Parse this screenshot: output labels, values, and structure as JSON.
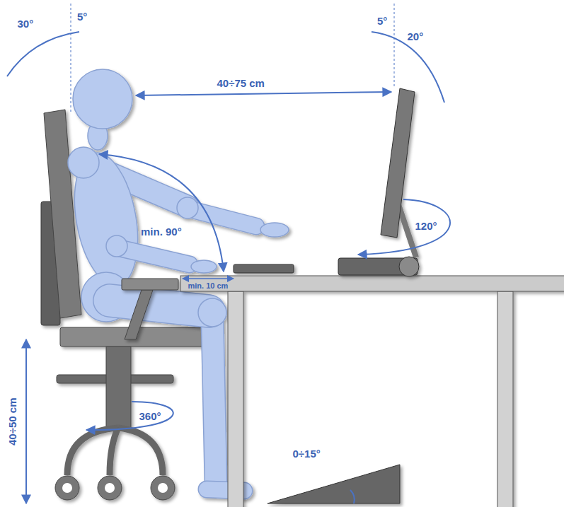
{
  "diagram": {
    "labels": [
      "30°",
      "5°",
      "5°",
      "20°",
      "40÷75 cm",
      "min. 90°",
      "120°",
      "min. 10 cm",
      "360°",
      "40÷50 cm",
      "0÷15°"
    ]
  }
}
